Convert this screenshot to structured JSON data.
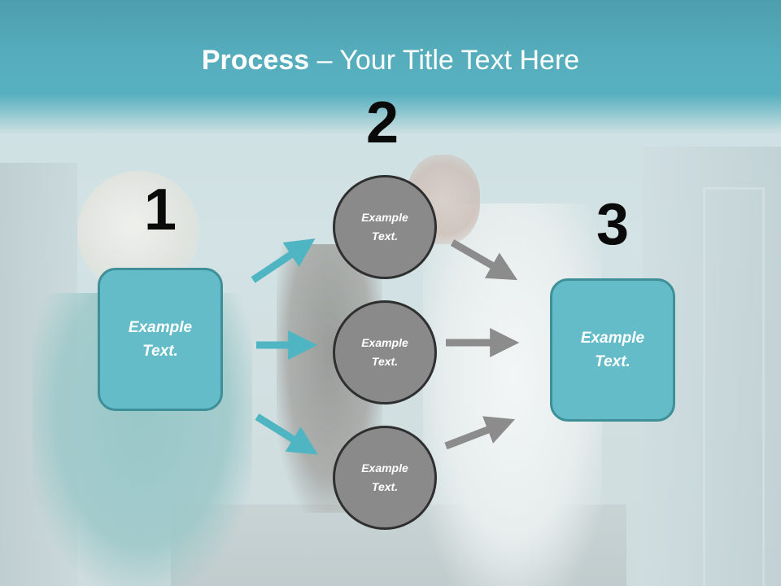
{
  "title": {
    "bold": "Process",
    "rest": " – Your Title Text Here"
  },
  "steps": {
    "one": "1",
    "two": "2",
    "three": "3"
  },
  "boxes": {
    "left": {
      "text": "Example Text."
    },
    "right": {
      "text": "Example Text."
    }
  },
  "circles": [
    {
      "text": "Example Text."
    },
    {
      "text": "Example Text."
    },
    {
      "text": "Example Text."
    }
  ],
  "colors": {
    "header": "#56aebd",
    "box_fill": "#63bcc8",
    "box_border": "#3f8f99",
    "circle_fill": "#8a8a8a",
    "circle_border": "#2f2f2f",
    "arrow_teal": "#4fb5c2",
    "arrow_gray": "#8c8c8c"
  }
}
